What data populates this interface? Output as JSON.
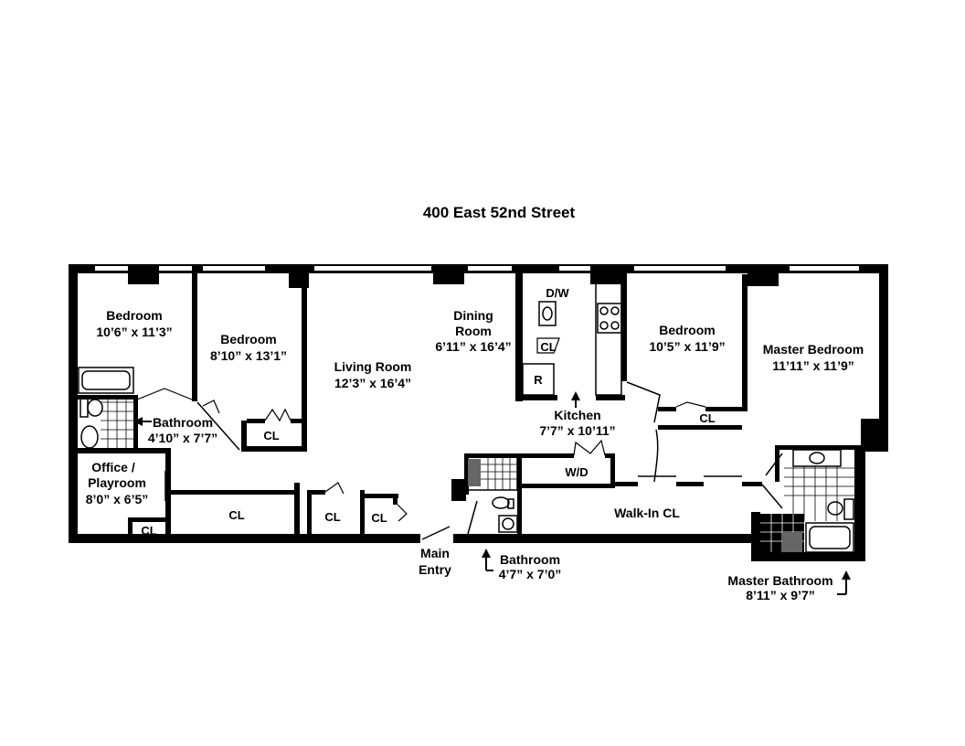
{
  "title": "400 East 52nd Street",
  "rooms": {
    "bedroom_1": {
      "name": "Bedroom",
      "dims": "10’6” x 11’3”"
    },
    "bedroom_2": {
      "name": "Bedroom",
      "dims": "8’10” x 13’1”"
    },
    "living_room": {
      "name": "Living Room",
      "dims": "12’3” x 16’4”"
    },
    "dining_room": {
      "name1": "Dining",
      "name2": "Room",
      "dims": "6’11” x 16’4”"
    },
    "bedroom_3": {
      "name": "Bedroom",
      "dims": "10’5” x 11’9”"
    },
    "master_bedroom": {
      "name": "Master Bedroom",
      "dims": "11’11” x 11’9”"
    },
    "bathroom_1": {
      "name": "Bathroom",
      "dims": "4’10” x 7’7”"
    },
    "office": {
      "name1": "Office /",
      "name2": "Playroom",
      "dims": "8’0” x 6’5”"
    },
    "kitchen": {
      "name": "Kitchen",
      "dims": "7’7” x 10’11”"
    },
    "bathroom_2": {
      "name": "Bathroom",
      "dims": "4’7” x 7’0”"
    },
    "master_bathroom": {
      "name": "Master Bathroom",
      "dims": "8’11” x 9’7”"
    }
  },
  "tags": {
    "closet": "CL",
    "dishwasher": "D/W",
    "refrigerator": "R",
    "washer_dryer": "W/D",
    "walk_in_closet": "Walk-In CL"
  },
  "entry": {
    "line1": "Main",
    "line2": "Entry"
  }
}
